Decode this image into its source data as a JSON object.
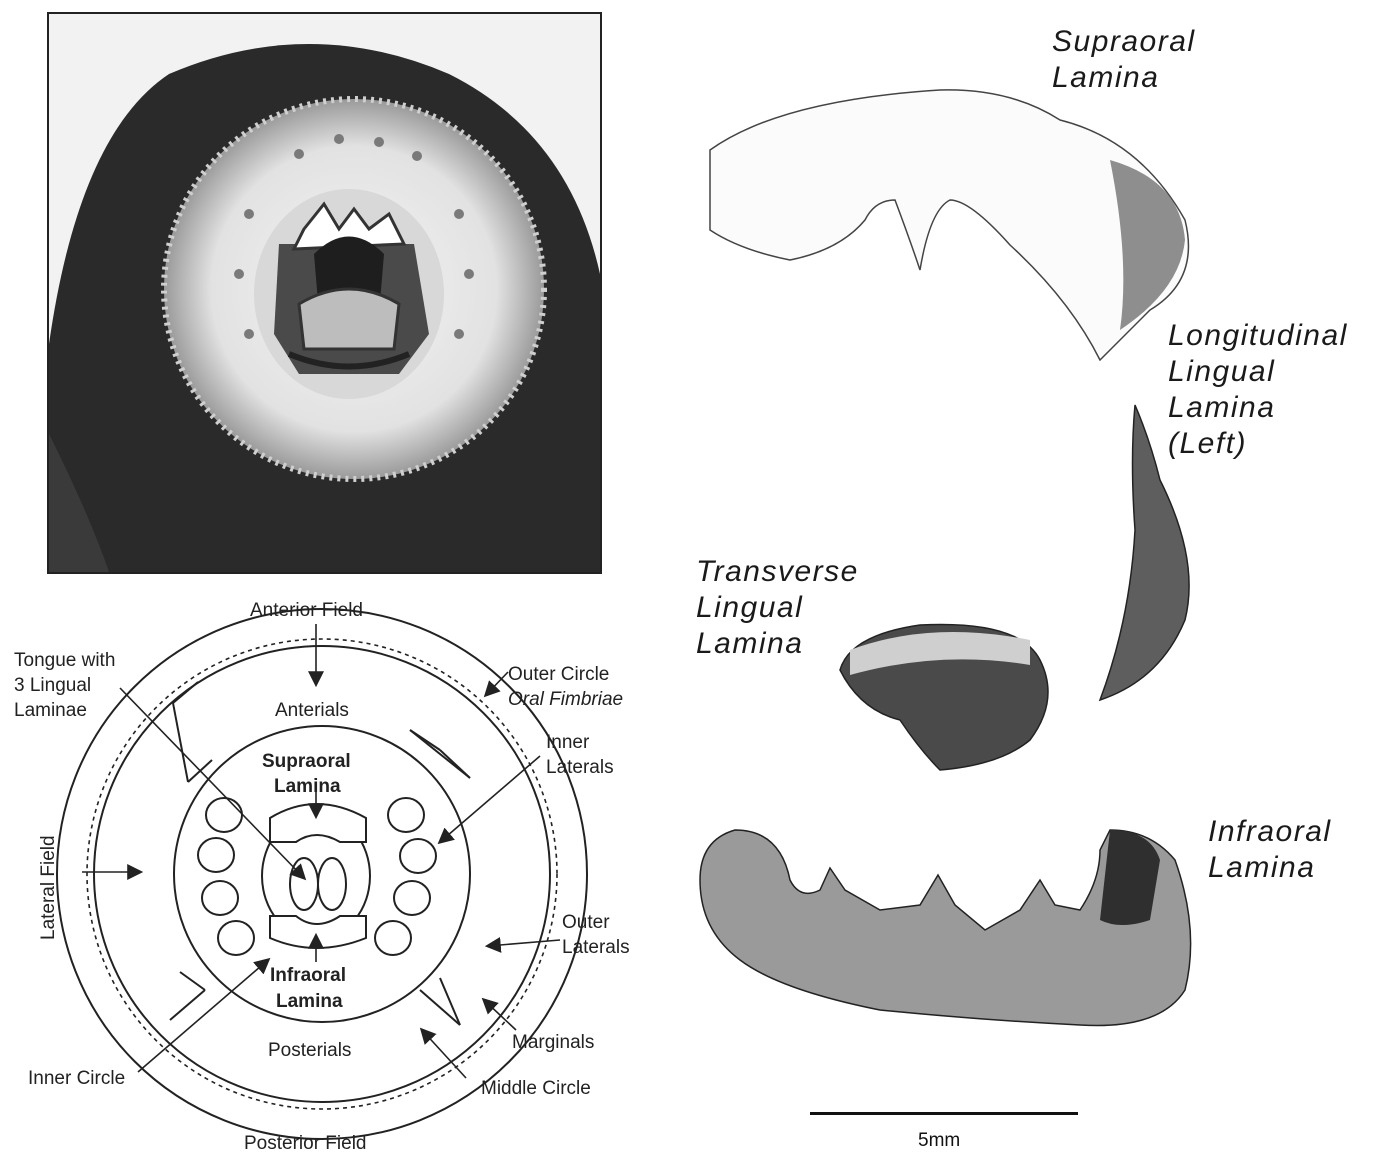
{
  "figure": {
    "photo": {
      "caption": ""
    },
    "diagram": {
      "anterior_field": "Anterior Field",
      "posterior_field": "Posterior Field",
      "lateral_field": "Lateral Field",
      "tongue_line1": "Tongue with",
      "tongue_line2": "3 Lingual",
      "tongue_line3": "Laminae",
      "outer_circle_line1": "Outer Circle",
      "outer_circle_line2": "Oral Fimbriae",
      "anterials": "Anterials",
      "inner_laterals_line1": "Inner",
      "inner_laterals_line2": "Laterals",
      "supraoral_line1": "Supraoral",
      "supraoral_line2": "Lamina",
      "infraoral_line1": "Infraoral",
      "infraoral_line2": "Lamina",
      "outer_laterals_line1": "Outer",
      "outer_laterals_line2": "Laterals",
      "posterials": "Posterials",
      "marginals": "Marginals",
      "inner_circle": "Inner Circle",
      "middle_circle": "Middle Circle"
    },
    "specimens": {
      "supraoral": "Supraoral\nLamina",
      "longitudinal": "Longitudinal\nLingual\nLamina\n(Left)",
      "transverse": "Transverse\nLingual\nLamina",
      "infraoral": "Infraoral\nLamina",
      "scale_label": "5mm"
    }
  }
}
